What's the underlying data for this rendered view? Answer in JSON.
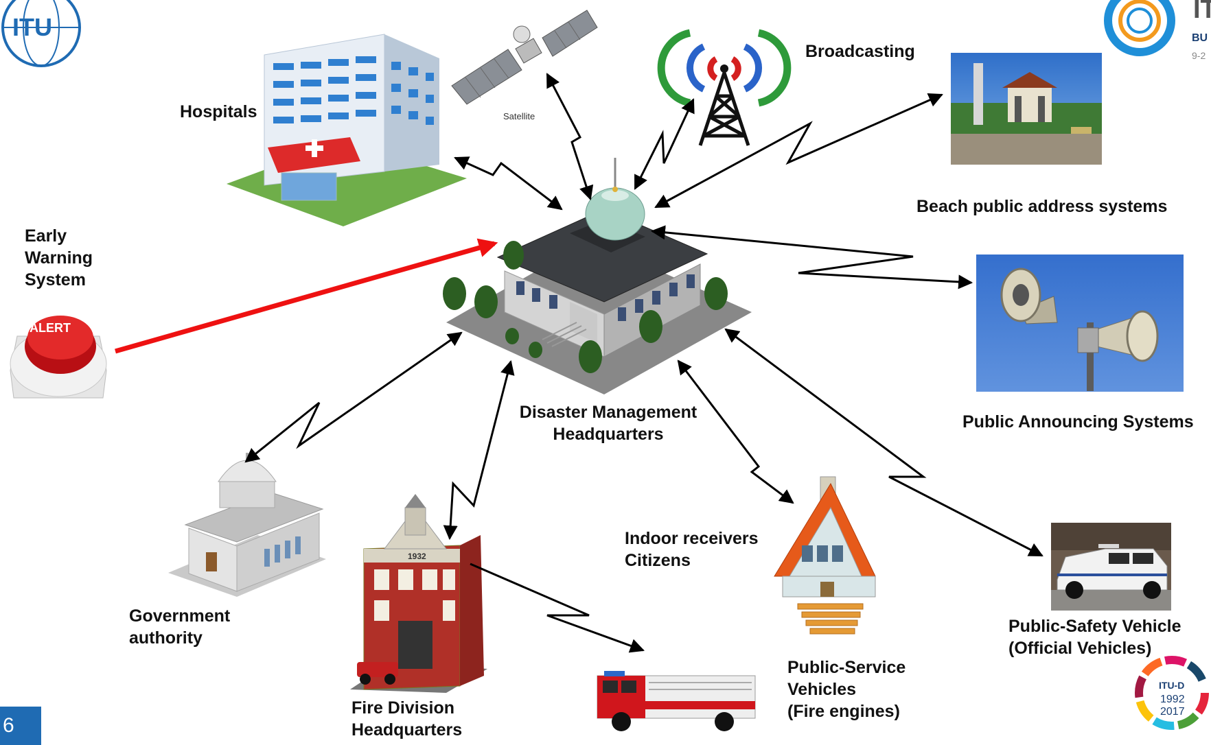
{
  "labels": {
    "hospitals": "Hospitals",
    "satellite": "Satellite",
    "broadcasting": "Broadcasting",
    "beach": "Beach public address systems",
    "early_warning": [
      "Early",
      "Warning",
      "System"
    ],
    "alert_button": "ALERT",
    "hq": [
      "Disaster Management",
      "Headquarters"
    ],
    "public_announcing": "Public Announcing Systems",
    "indoor": [
      "Indoor receivers",
      "Citizens"
    ],
    "government": [
      "Government",
      "authority"
    ],
    "fire_division": [
      "Fire Division",
      "Headquarters"
    ],
    "public_service": [
      "Public-Service",
      "Vehicles",
      "(Fire engines)"
    ],
    "public_safety": [
      "Public-Safety Vehicle",
      "(Official Vehicles)"
    ],
    "firehouse_year": "1932"
  },
  "logos": {
    "itu_left": "ITU",
    "itu_right_partial": "IT",
    "bu_partial": "BU",
    "date_partial": "9-2",
    "itud": "ITU-D",
    "itud_years": [
      "1992",
      "2017"
    ]
  },
  "slide_number": "6",
  "colors": {
    "alert_arrow": "#ee1111",
    "link_arrow": "#000000",
    "itu_blue": "#1f6bb3",
    "broadcast_green": "#2e9a3a",
    "broadcast_blue": "#2a63c9",
    "broadcast_red": "#d42020"
  }
}
